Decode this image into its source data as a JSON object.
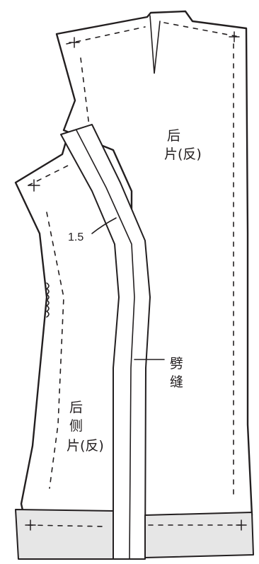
{
  "labels": {
    "back_piece": [
      "后",
      "片(反)"
    ],
    "back_side_piece": [
      "后",
      "侧",
      "片(反)"
    ],
    "seam": [
      "劈",
      "缝"
    ],
    "seam_allowance": "1.5"
  }
}
